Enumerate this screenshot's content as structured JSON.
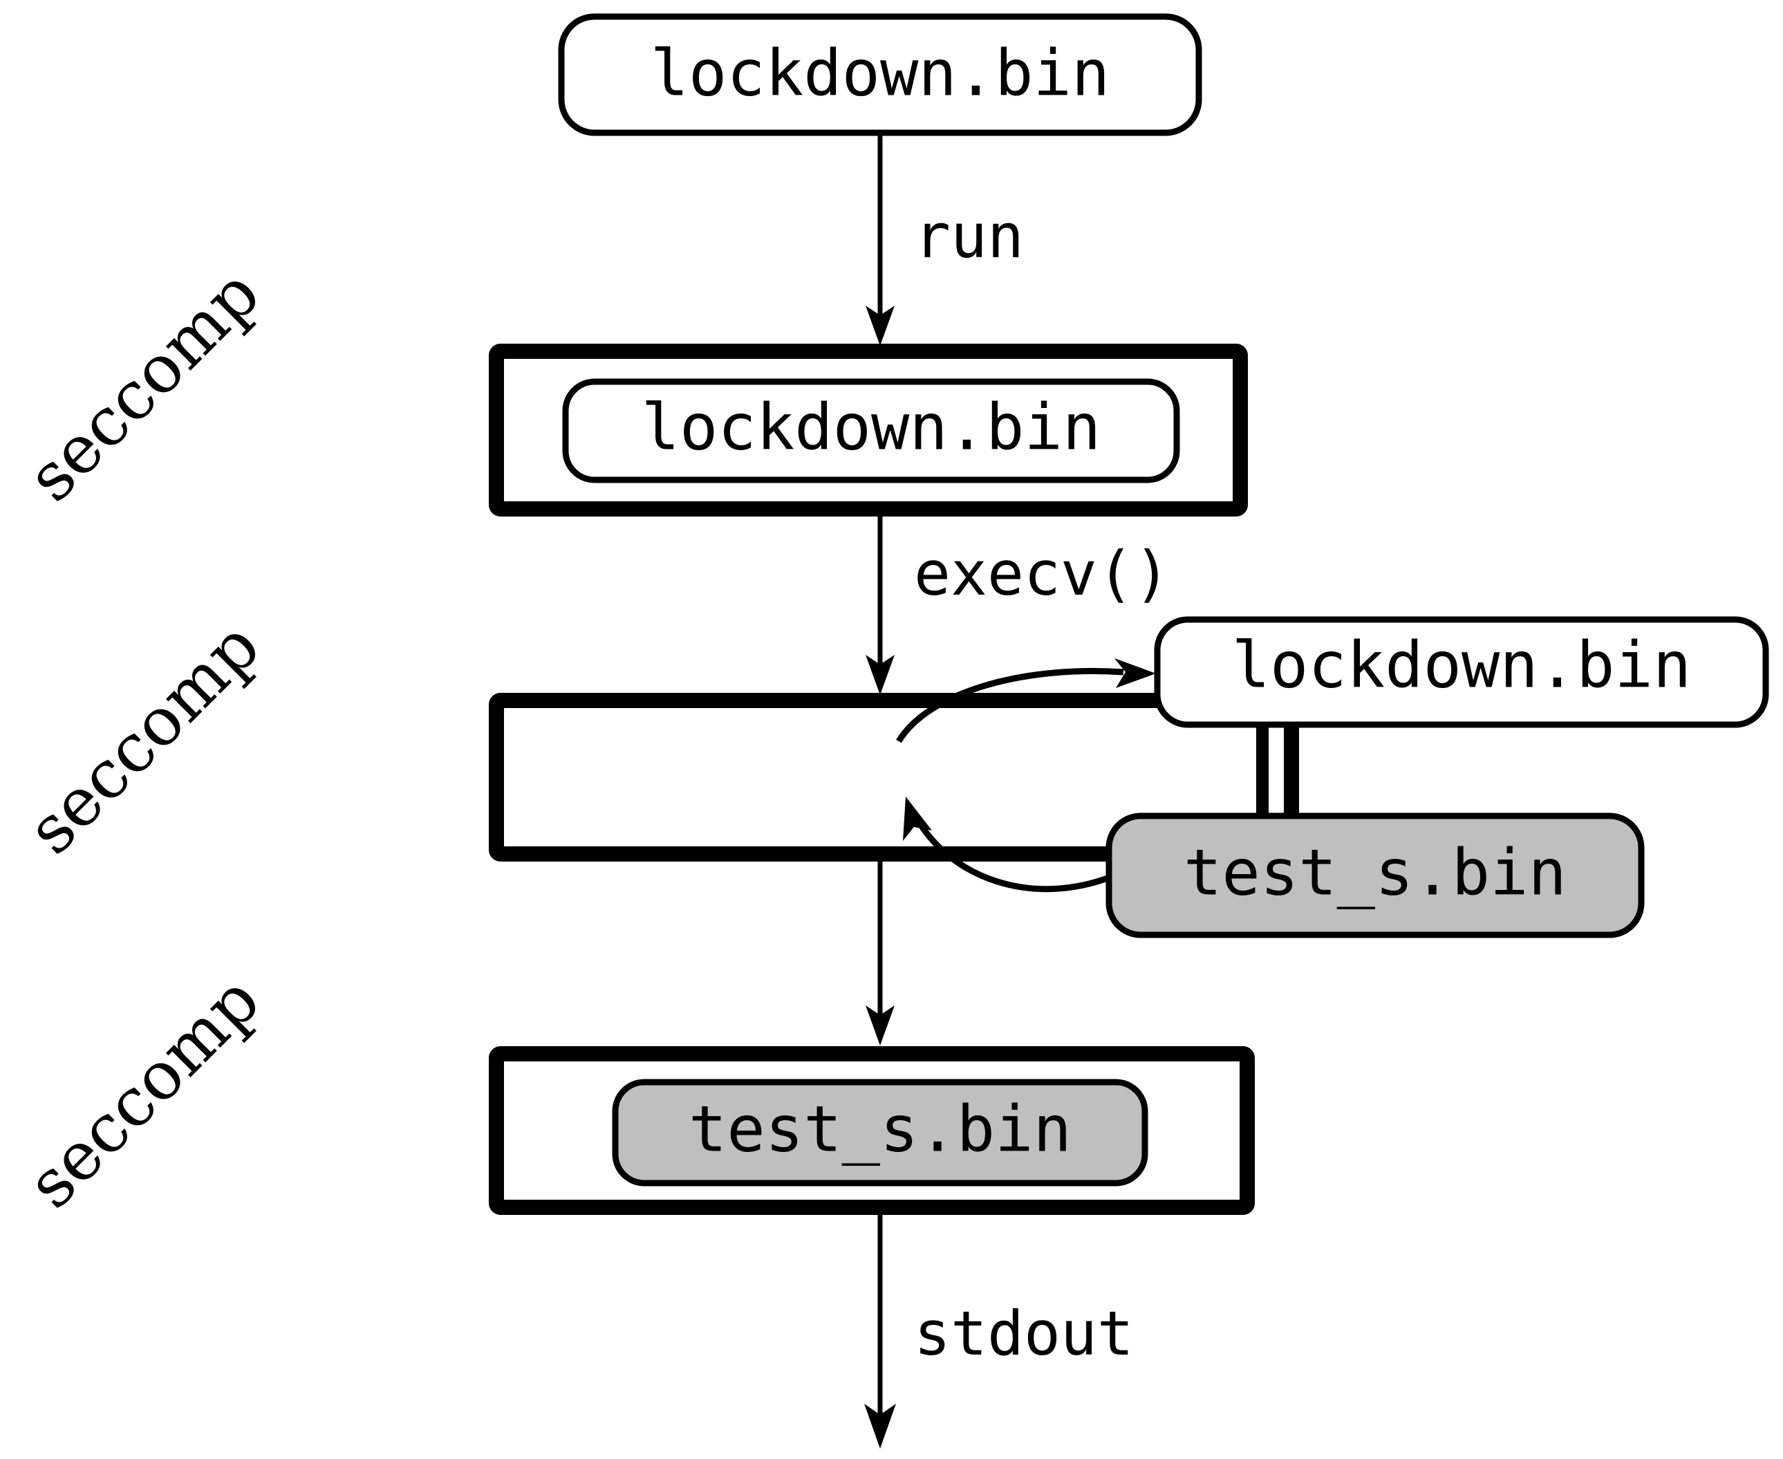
{
  "diagram": {
    "title": "seccomp lockdown execution flow",
    "background_color": "#ffffff",
    "stroke_color": "#000000",
    "shaded_fill": "#bfbfbf",
    "nodes": {
      "top_process": "lockdown.bin",
      "sandbox1_process": "lockdown.bin",
      "sandbox2_detached_process": "lockdown.bin",
      "sandbox2_detached_target": "test_s.bin",
      "sandbox3_process": "test_s.bin"
    },
    "edge_labels": {
      "run": "run",
      "execv": "execv()",
      "stdout": "stdout"
    },
    "sandbox_labels": {
      "first": "seccomp",
      "second": "seccomp",
      "third": "seccomp"
    }
  }
}
